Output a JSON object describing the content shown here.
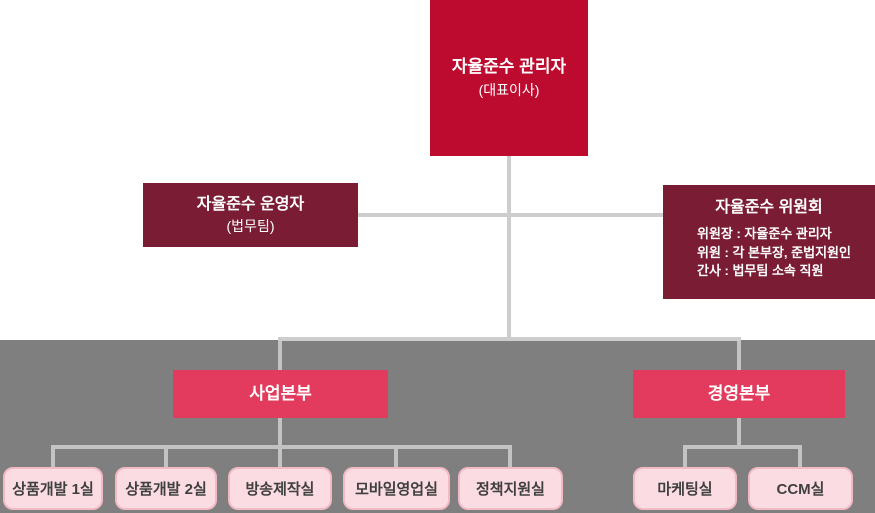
{
  "org": {
    "manager": {
      "title": "자율준수 관리자",
      "subtitle": "(대표이사)"
    },
    "operator": {
      "title": "자율준수 운영자",
      "subtitle": "(법무팀)"
    },
    "committee": {
      "title": "자율준수 위원회",
      "lines": [
        "위원장 : 자율준수 관리자",
        "위원 : 각 본부장, 준법지원인",
        "간사 : 법무팀 소속 직원"
      ]
    },
    "divisions": [
      {
        "name": "사업본부",
        "teams": [
          "상품개발 1실",
          "상품개발 2실",
          "방송제작실",
          "모바일영업실",
          "정책지원실"
        ]
      },
      {
        "name": "경영본부",
        "teams": [
          "마케팅실",
          "CCM실"
        ]
      }
    ]
  },
  "colors": {
    "manager_box": "#bc0b2f",
    "maroon_box": "#7a1c33",
    "division_box": "#e23b5d",
    "team_box_fill": "#fbdce3",
    "team_box_border": "#f1bac5",
    "gray_background": "#7f7f7f",
    "connector_line": "#cdcdcd",
    "connector_line_on_gray": "#c3c3c3",
    "team_text": "#3f3f3f"
  }
}
